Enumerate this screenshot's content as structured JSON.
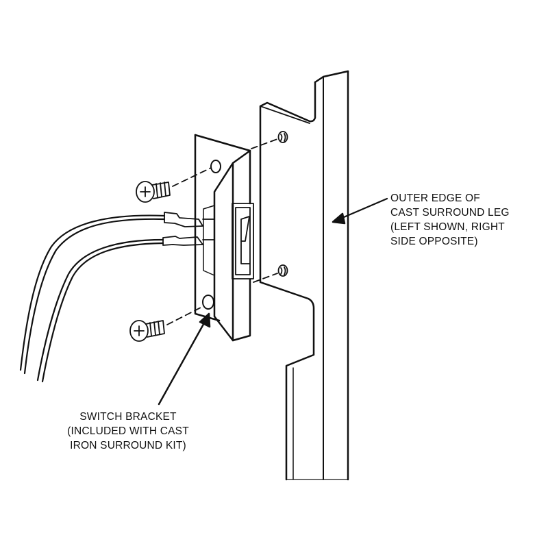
{
  "labels": {
    "surround_leg": [
      "OUTER EDGE OF",
      "CAST SURROUND LEG",
      "(LEFT SHOWN, RIGHT",
      "SIDE OPPOSITE)"
    ],
    "switch_bracket": [
      "SWITCH BRACKET",
      "(INCLUDED WITH CAST",
      "IRON SURROUND KIT)"
    ]
  },
  "colors": {
    "line": "#111111",
    "background": "#ffffff"
  }
}
